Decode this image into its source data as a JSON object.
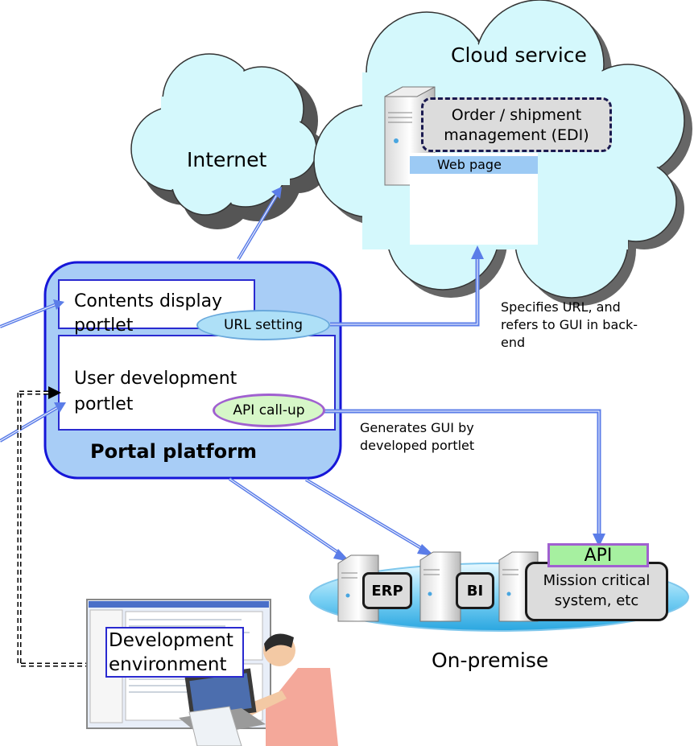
{
  "cloud": {
    "title": "Cloud service"
  },
  "internet": {
    "label": "Internet"
  },
  "edi": {
    "label_line1": "Order / shipment",
    "label_line2": "management (EDI)"
  },
  "webpage": {
    "title": "Web page"
  },
  "portal": {
    "title": "Portal platform",
    "contents_portlet_line1": "Contents display",
    "contents_portlet_line2": "portlet",
    "user_portlet_line1": "User development",
    "user_portlet_line2": "portlet",
    "url_setting": "URL setting",
    "api_callup": "API call-up"
  },
  "notes": {
    "specifies_line1": "Specifies URL, and",
    "specifies_line2": "refers to GUI in back-",
    "specifies_line3": "end",
    "generates_line1": "Generates GUI by",
    "generates_line2": "developed portlet"
  },
  "onprem": {
    "label": "On-premise",
    "erp": "ERP",
    "bi": "BI",
    "api": "API",
    "mission_line1": "Mission critical",
    "mission_line2": "system, etc"
  },
  "dev": {
    "line1": "Development",
    "line2": "environment"
  },
  "colors": {
    "cloud_fill": "#d4f8fc",
    "portal_fill": "#a8cdf6",
    "portal_border": "#1616d8",
    "arrow": "#5b7de8",
    "url_pill": "#aee0f7",
    "api_pill": "#d6f7c8",
    "api_border": "#a060d0",
    "api_fill": "#a6f0a0",
    "disc": "#3fb6e8"
  }
}
